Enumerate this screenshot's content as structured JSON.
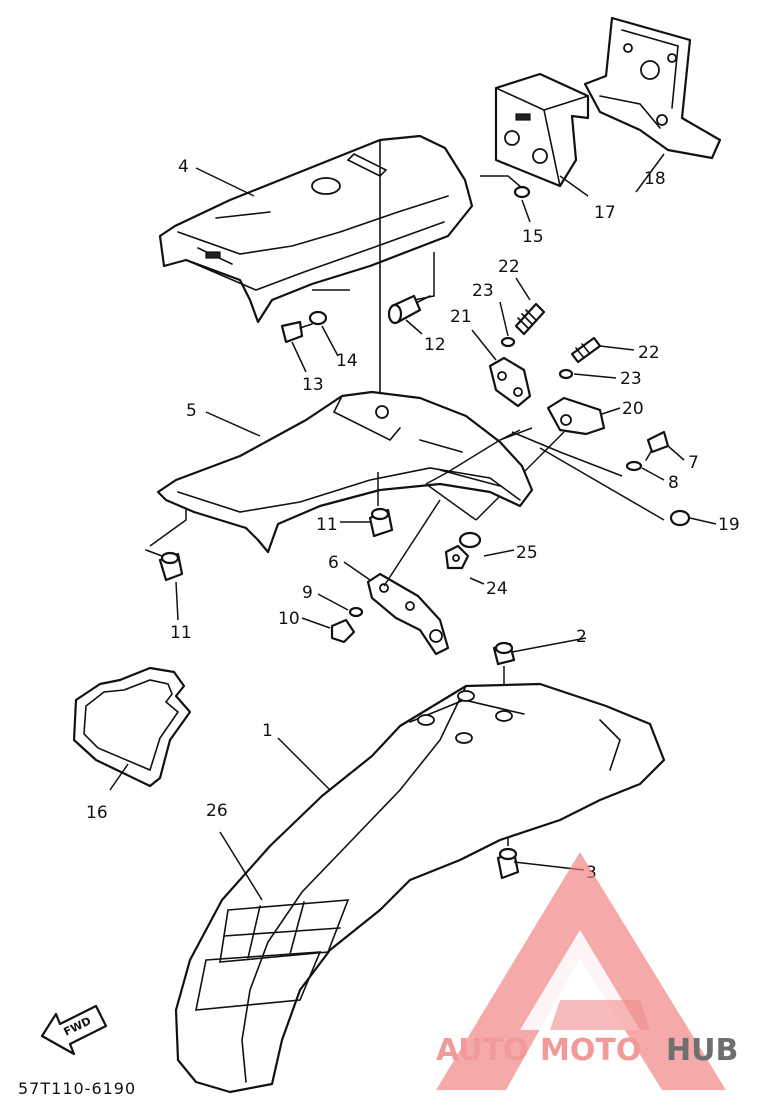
{
  "diagram": {
    "part_code": "57T110-6190",
    "fwd_label": "FWD",
    "callouts": [
      "1",
      "2",
      "3",
      "4",
      "5",
      "6",
      "7",
      "8",
      "9",
      "10",
      "11",
      "11",
      "12",
      "13",
      "14",
      "15",
      "16",
      "17",
      "18",
      "19",
      "20",
      "21",
      "22",
      "22",
      "23",
      "23",
      "24",
      "25",
      "26"
    ]
  },
  "watermark": {
    "brand_part1": "AUTO",
    "brand_part2": "MOTO",
    "brand_part3": "HUB",
    "logo_color": "#f08080",
    "text_accent": "#f29a9a",
    "text_dark": "#6f6f6f"
  }
}
